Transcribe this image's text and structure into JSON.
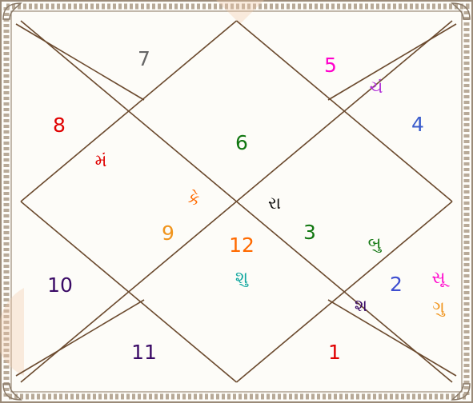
{
  "colors": {
    "background": "#fdfcf8",
    "lines": "#6b4a2e",
    "border": "#9a8a78",
    "watermark": "#f2c8a8"
  },
  "houses": [
    {
      "number": "1",
      "color": "#e00000"
    },
    {
      "number": "2",
      "color": "#3f4fd0"
    },
    {
      "number": "3",
      "color": "#117711"
    },
    {
      "number": "4",
      "color": "#3a5ccc"
    },
    {
      "number": "5",
      "color": "#ff00cc"
    },
    {
      "number": "6",
      "color": "#117711"
    },
    {
      "number": "7",
      "color": "#666666"
    },
    {
      "number": "8",
      "color": "#e00000"
    },
    {
      "number": "9",
      "color": "#f0941c"
    },
    {
      "number": "10",
      "color": "#3a0a66"
    },
    {
      "number": "11",
      "color": "#3a0a66"
    },
    {
      "number": "12",
      "color": "#ff6a00"
    }
  ],
  "planets": [
    {
      "house": 5,
      "text": "ચં",
      "color": "#b02fd8"
    },
    {
      "house": 8,
      "text": "મં",
      "color": "#e00000"
    },
    {
      "house": 9,
      "text": "કે",
      "color": "#ff6a00"
    },
    {
      "house": 3,
      "text": "રા",
      "color": "#111111"
    },
    {
      "house": 3,
      "text": "બુ",
      "color": "#117711"
    },
    {
      "house": 12,
      "text": "શુ",
      "color": "#13a8a0"
    },
    {
      "house": 1,
      "text": "શ",
      "color": "#3a0a66"
    },
    {
      "house": 2,
      "text": "સૂ",
      "color": "#ff00cc"
    },
    {
      "house": 2,
      "text": "ગુ",
      "color": "#f0941c"
    }
  ]
}
